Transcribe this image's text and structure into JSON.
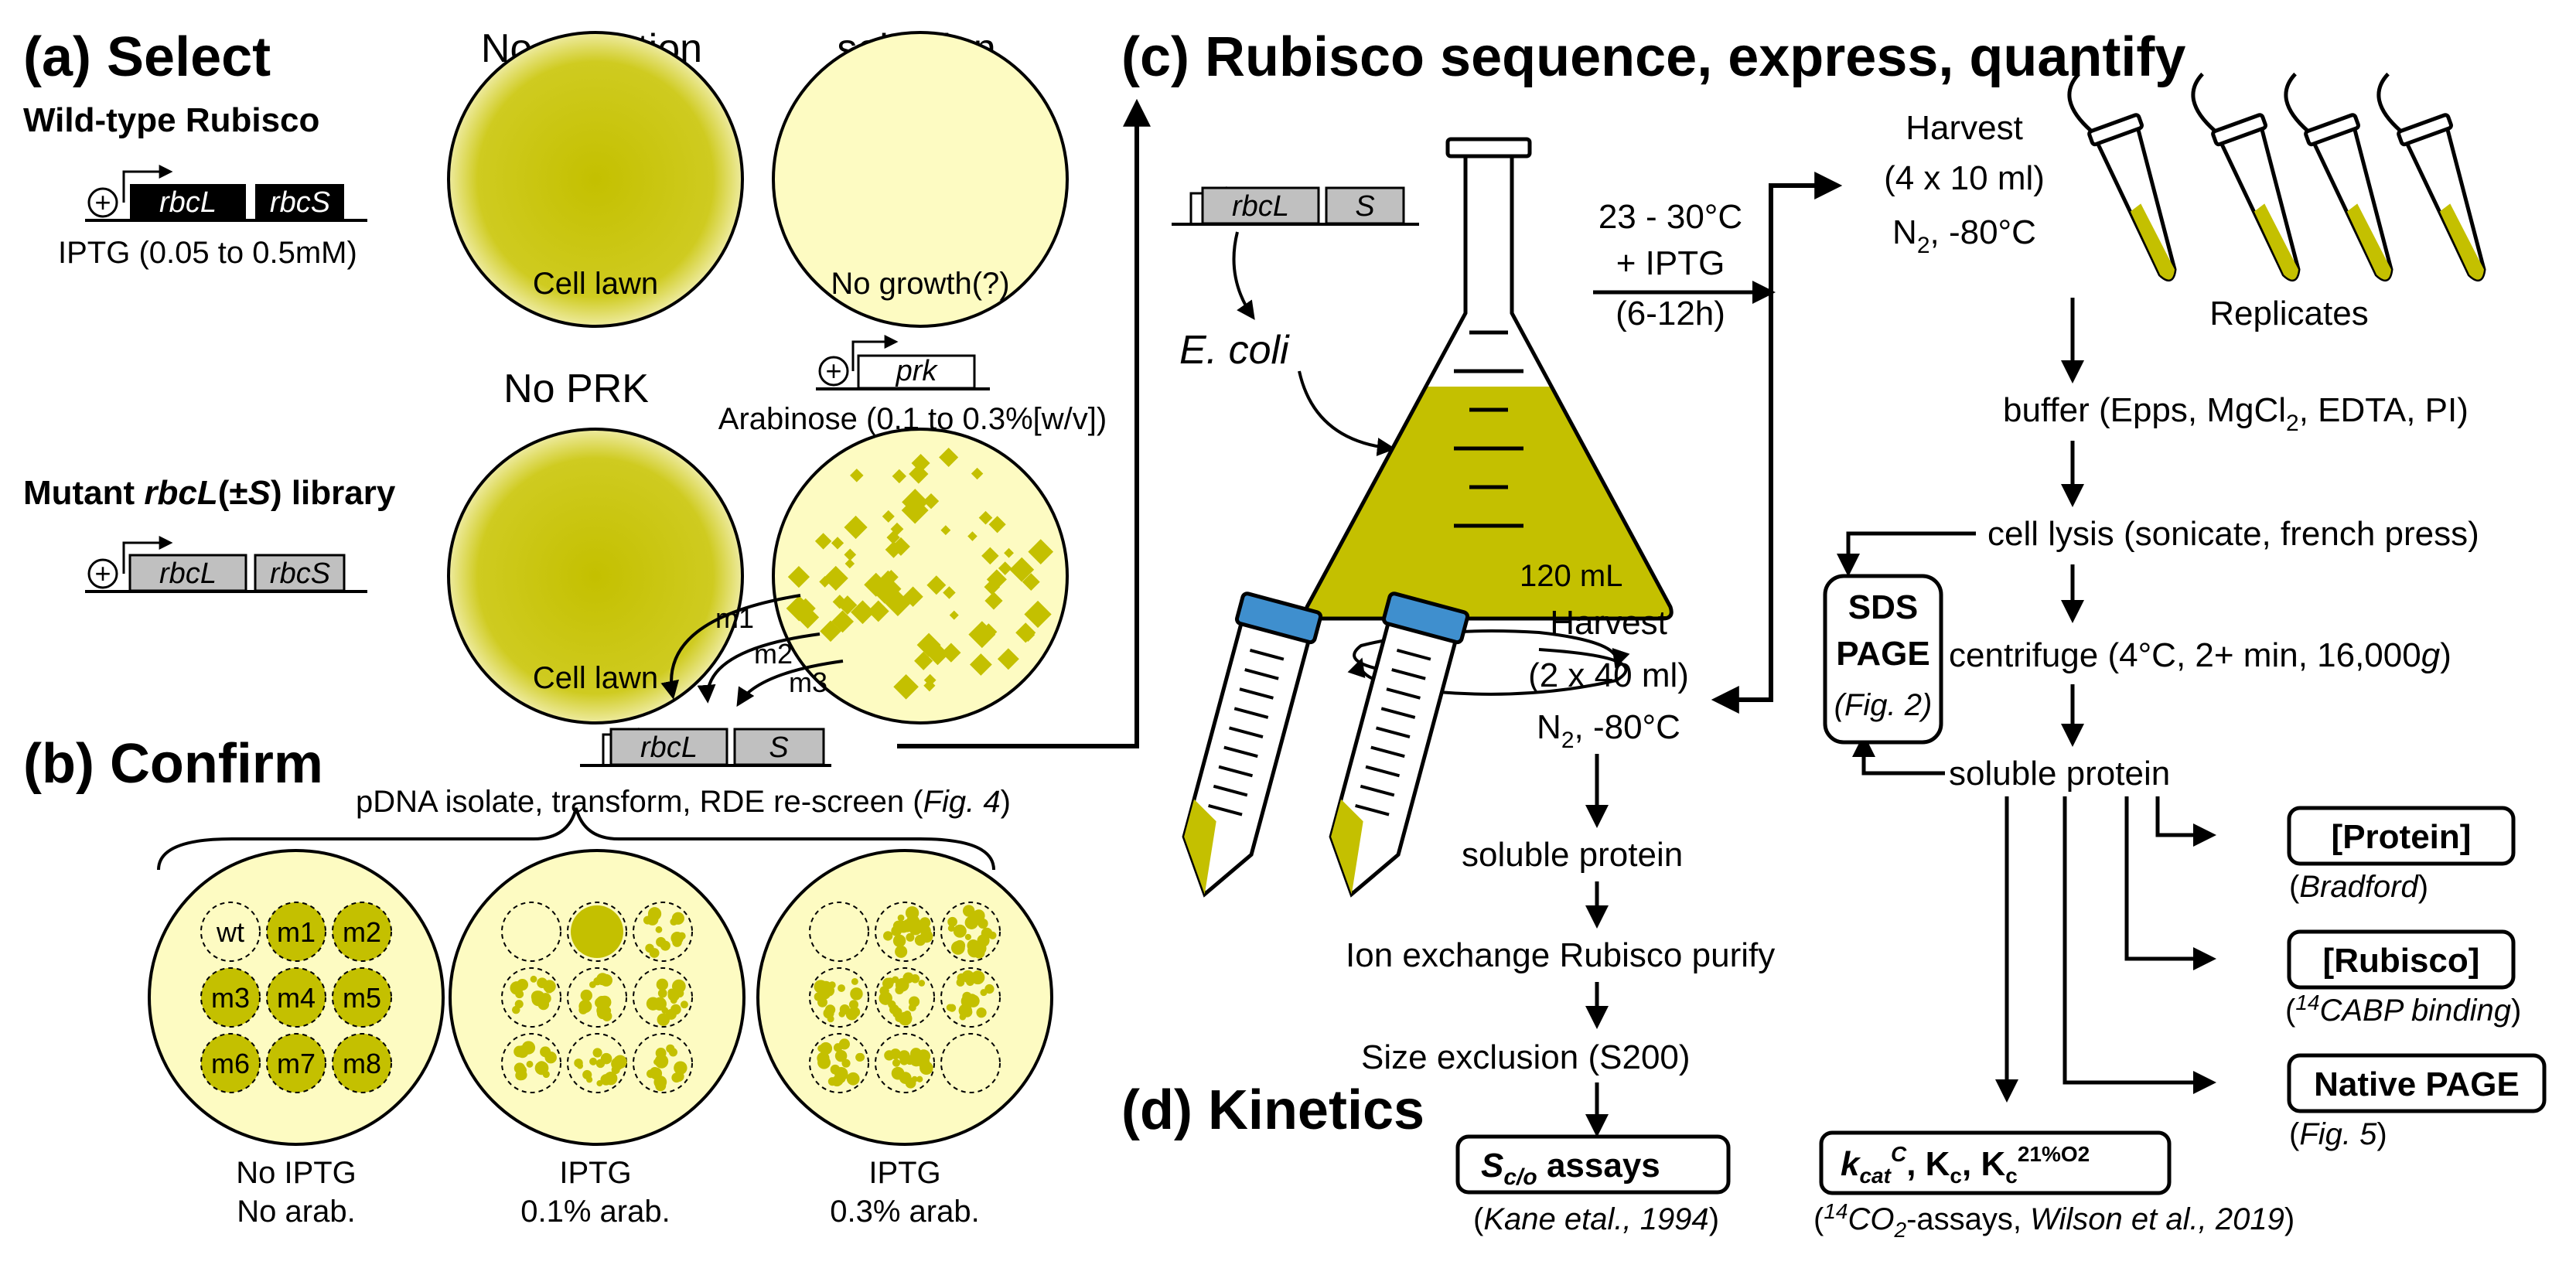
{
  "panel_a": {
    "title": "(a) Select",
    "wt_label": "Wild-type Rubisco",
    "col1": "No selection",
    "col2": "selection",
    "gene_rbcL": "rbcL",
    "gene_rbcS": "rbcS",
    "iptg_range": "IPTG (0.05 to 0.5mM)",
    "cell_lawn": "Cell lawn",
    "no_growth": "No growth(?)",
    "no_prk": "No PRK",
    "gene_prk": "prk",
    "arabinose": "Arabinose (0.1 to 0.3%[w/v])",
    "mutant_pre": "Mutant ",
    "mutant_gene": "rbcL",
    "mutant_mid": "(±",
    "mutant_s": "S",
    "mutant_post": ") library",
    "m1": "m1",
    "m2": "m2",
    "m3": "m3",
    "gene_S": "S"
  },
  "panel_b": {
    "title": "(b) Confirm",
    "pdna_line": "pDNA isolate, transform, RDE re-screen (",
    "pdna_fig": "Fig. 4",
    "pdna_close": ")",
    "wells": [
      "wt",
      "m1",
      "m2",
      "m3",
      "m4",
      "m5",
      "m6",
      "m7",
      "m8"
    ],
    "plates": [
      {
        "line1": "No IPTG",
        "line2": "No arab."
      },
      {
        "line1": "IPTG",
        "line2": "0.1% arab."
      },
      {
        "line1": "IPTG",
        "line2": "0.3% arab."
      }
    ]
  },
  "panel_c": {
    "title": "(c) Rubisco sequence, express, quantify",
    "ecoli": "E. coli",
    "volume": "120 mL",
    "temp": "23 - 30°C",
    "iptg": "+ IPTG",
    "time": "(6-12h)",
    "harvest1": "Harvest",
    "harvest1_vol": "(4 x 10 ml)",
    "harvest1_cond_pre": "N",
    "harvest1_cond_sub": "2",
    "harvest1_cond_post": ", -80°C",
    "replicates": "Replicates",
    "buffer_pre": "buffer (Epps, MgCl",
    "buffer_sub": "2",
    "buffer_post": ", EDTA, PI)",
    "lysis": "cell lysis (sonicate, french press)",
    "centrifuge_pre": "centrifuge (4°C, 2+ min, 16,000",
    "centrifuge_g": "g",
    "centrifuge_post": ")",
    "soluble_protein": "soluble protein",
    "sds_1": "SDS",
    "sds_2": "PAGE",
    "sds_fig": "(Fig. 2)",
    "harvest2": "Harvest",
    "harvest2_vol": "(2 x 40 ml)",
    "harvest2_cond_pre": "N",
    "harvest2_cond_sub": "2",
    "harvest2_cond_post": ", -80°C",
    "soluble_protein2": "soluble protein",
    "ion_exchange": "Ion exchange Rubisco purify",
    "size_exclusion": "Size exclusion (S200)",
    "protein_box": "[Protein]",
    "protein_ref": "Bradford",
    "rubisco_box": "[Rubisco]",
    "rubisco_ref": "CABP binding",
    "rubisco_ref_sup": "14",
    "native_box": "Native PAGE",
    "native_ref": "Fig. 5"
  },
  "panel_d": {
    "title": "(d) Kinetics",
    "sco_main": "S",
    "sco_sub": "c/o",
    "sco_post": " assays",
    "sco_ref": "Kane etal., 1994",
    "k_main": "k",
    "k_sub": "cat",
    "k_sup": "C",
    "k_mid": ", K",
    "k_sub2": "c",
    "k_mid2": ", K",
    "k_sub3": "c",
    "k_sup3": "21%O2",
    "co2_sup": "14",
    "co2_main": "CO",
    "co2_sub": "2",
    "co2_post": "-assays, ",
    "co2_ref": "Wilson et al., 2019",
    "co2_close": ")"
  },
  "colors": {
    "cell": "#c4c000",
    "plate": "#fdfbc2",
    "gene_gray": "#c0c0c0",
    "cap_blue": "#3f8fce"
  }
}
